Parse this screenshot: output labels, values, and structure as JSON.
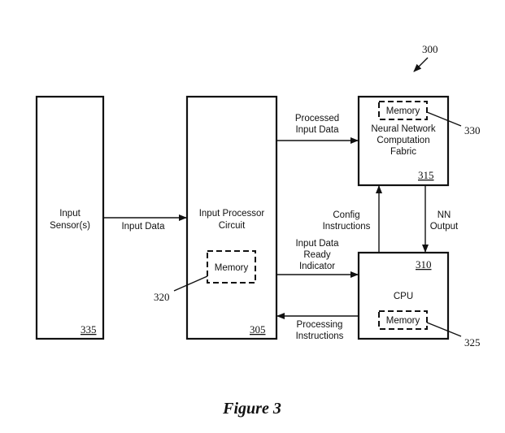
{
  "figure": {
    "ref": "300",
    "caption": "Figure 3"
  },
  "blocks": {
    "sensor": {
      "line1": "Input",
      "line2": "Sensor(s)",
      "ref": "335"
    },
    "processor": {
      "line1": "Input Processor",
      "line2": "Circuit",
      "ref": "305",
      "memory_label": "Memory",
      "memory_ref": "320"
    },
    "nn": {
      "line1": "Neural Network",
      "line2": "Computation",
      "line3": "Fabric",
      "ref": "315",
      "memory_label": "Memory",
      "memory_ref": "330"
    },
    "cpu": {
      "label": "CPU",
      "ref": "310",
      "memory_label": "Memory",
      "memory_ref": "325"
    }
  },
  "arrows": {
    "input_data": {
      "line1": "Input Data"
    },
    "processed": {
      "line1": "Processed",
      "line2": "Input Data"
    },
    "config": {
      "line1": "Config",
      "line2": "Instructions"
    },
    "nn_output": {
      "line1": "NN",
      "line2": "Output"
    },
    "ready": {
      "line1": "Input Data",
      "line2": "Ready",
      "line3": "Indicator"
    },
    "processing": {
      "line1": "Processing",
      "line2": "Instructions"
    }
  }
}
